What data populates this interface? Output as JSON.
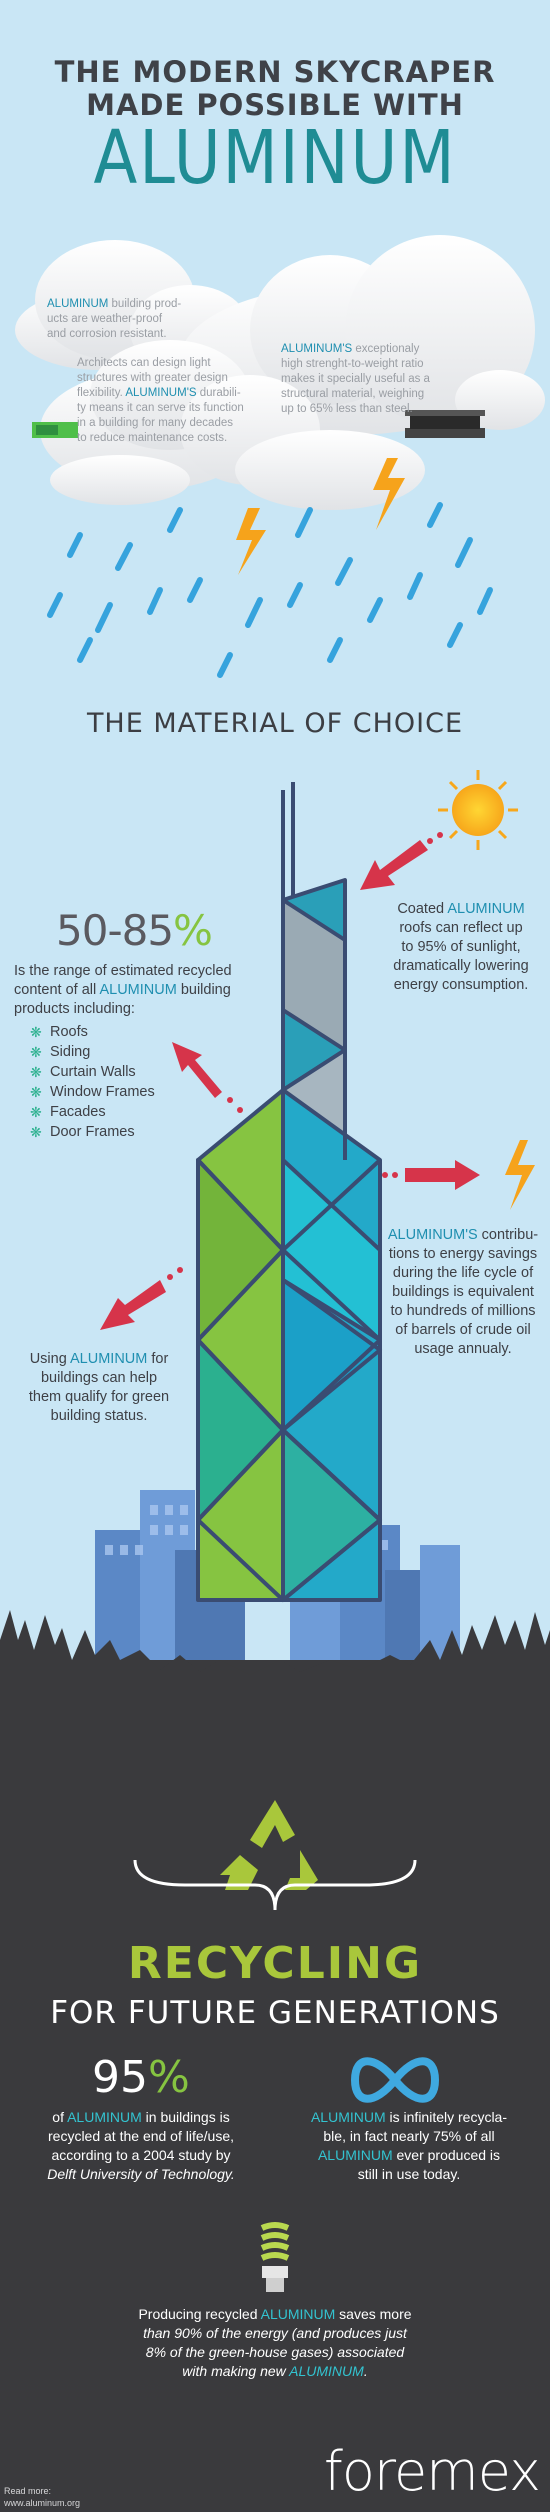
{
  "header": {
    "line1": "THE MODERN SKYCRAPER",
    "line2": "MADE POSSIBLE WITH",
    "big": "ALUMINUM"
  },
  "clouds": {
    "c1": {
      "hl": "ALUMINUM",
      "rest1": " building prod-",
      "line2": "ucts are weather-proof",
      "line3": "and corrosion resistant."
    },
    "c2": {
      "l1": "Architects can design light",
      "l2": "structures with greater design",
      "l3a": "flexibility. ",
      "l3hl": "ALUMINUM'S",
      "l3b": " durabili-",
      "l4": "ty means it can serve its function",
      "l5": "in a building for many decades",
      "l6": "to reduce maintenance costs."
    },
    "c3": {
      "hl": "ALUMINUM'S",
      "rest1": " exceptionaly",
      "l2": "high strenght-to-weight ratio",
      "l3": "makes it specially useful as a",
      "l4": "structural material, weighing",
      "l5": "up to 65% less than steel."
    }
  },
  "material": {
    "title": "THE MATERIAL OF CHOICE",
    "stat": {
      "range": "50-85",
      "pct": "%"
    },
    "recycled": {
      "l1": "Is the range of estimated recycled",
      "l2a": "content of all ",
      "l2hl": "ALUMINUM",
      "l2b": " building",
      "l3": "products including:"
    },
    "products": [
      "Roofs",
      "Siding",
      "Curtain Walls",
      "Window Frames",
      "Facades",
      "Door Frames"
    ],
    "roofs": {
      "l1a": "Coated ",
      "l1hl": "ALUMINUM",
      "l2": "roofs can reflect up",
      "l3": "to 95% of sunlight,",
      "l4": "dramatically lowering",
      "l5": "energy consumption."
    },
    "energy": {
      "l1hl": "ALUMINUM'S",
      "l1b": " contribu-",
      "l2": "tions to energy savings",
      "l3": "during the life cycle of",
      "l4": "buildings is equivalent",
      "l5": "to hundreds of millions",
      "l6": "of barrels of crude oil",
      "l7": "usage annualy."
    },
    "green": {
      "l1a": "Using ",
      "l1hl": "ALUMINUM",
      "l1b": " for",
      "l2": "buildings can help",
      "l3": "them qualify for green",
      "l4": "building status."
    }
  },
  "recycling": {
    "title": "RECYCLING",
    "subtitle": "FOR FUTURE GENERATIONS",
    "stat": {
      "num": "95",
      "pct": "%"
    },
    "left": {
      "l1a": "of ",
      "l1hl": "ALUMINUM",
      "l1b": " in buildings is",
      "l2": "recycled at the end of life/use,",
      "l3": "according to a 2004 study by",
      "l4": "Delft University of Technology."
    },
    "right": {
      "l1hl": "ALUMINUM",
      "l1b": " is infinitely recycla-",
      "l2": "ble, in fact nearly 75% of all",
      "l3hl": "ALUMINUM",
      "l3b": " ever produced is",
      "l4": "still in use today."
    },
    "bottom": {
      "l1a": "Producing recycled ",
      "l1hl": "ALUMINUM",
      "l1b": " saves more",
      "l2": "than 90% of the energy (and produces just",
      "l3": "8% of the green-house gases) associated",
      "l4a": "with making new ",
      "l4hl": "ALUMINUM",
      "l4b": "."
    }
  },
  "footer": {
    "brand": "foremex",
    "read_more": "Read more:",
    "source": "www.aluminum.org"
  },
  "colors": {
    "sky": "#c9e6f5",
    "dark": "#3a3a3d",
    "teal": "#1f8c94",
    "green": "#86c441",
    "lime": "#a9c73b",
    "highlight": "#1f8fb0",
    "arrow": "#d6344a",
    "bolt": "#f6a31b"
  },
  "icons": [
    "cloud-icon",
    "lightning-icon",
    "rain-icon",
    "sun-icon",
    "arrow-icon",
    "recycle-icon",
    "infinity-icon",
    "cfl-bulb-icon",
    "aluminum-beam-icon",
    "tower-icon",
    "city-skyline-icon",
    "tree-line-icon",
    "brace-icon",
    "snowflake-bullet-icon"
  ]
}
